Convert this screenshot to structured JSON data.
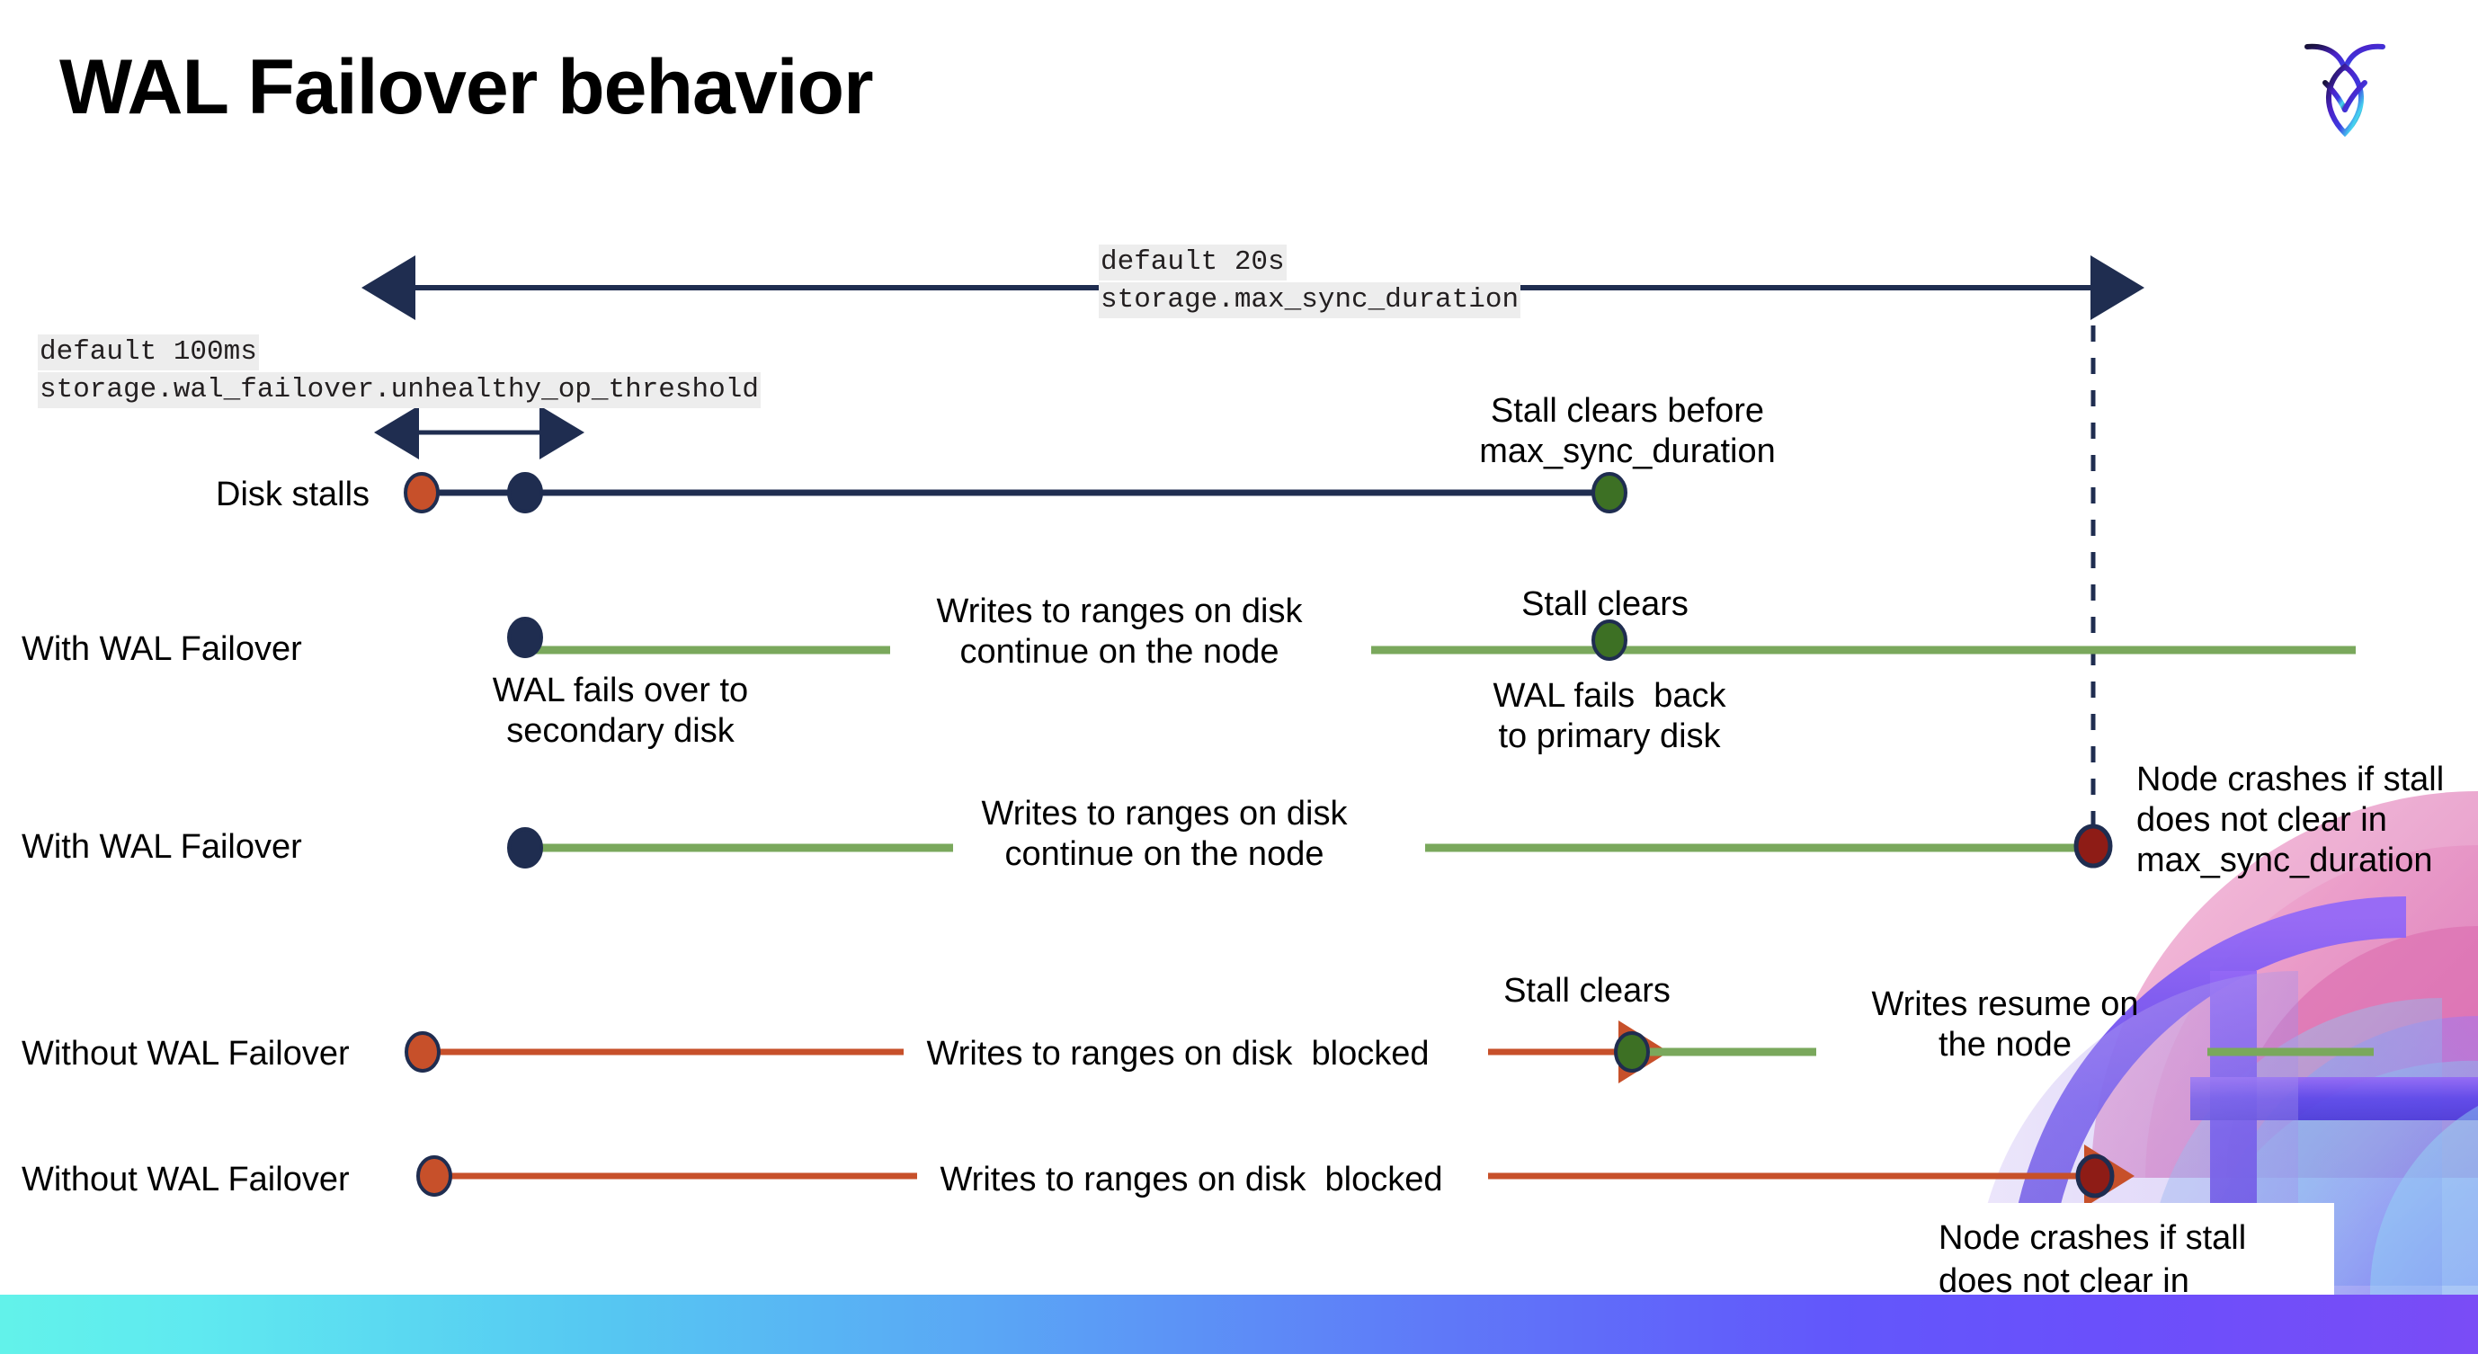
{
  "slide": {
    "title": "WAL Failover behavior",
    "logo_name": "cockroachdb-logo"
  },
  "annotations": {
    "max_sync": {
      "line1": "default 20s",
      "line2": "storage.max_sync_duration"
    },
    "unhealthy_threshold": {
      "line1": "default 100ms",
      "line2": "storage.wal_failover.unhealthy_op_threshold"
    }
  },
  "rows": [
    {
      "id": "disk-stalls",
      "label": "Disk stalls",
      "note_above": "Stall clears before\nmax_sync_duration"
    },
    {
      "id": "with-wal-failover-1",
      "label": "With WAL Failover",
      "note_below_start": "WAL fails over to\nsecondary disk",
      "note_mid": "Writes to ranges on disk\ncontinue on the node",
      "note_above_clear": "Stall clears",
      "note_below_clear": "WAL fails  back\nto primary disk"
    },
    {
      "id": "with-wal-failover-2",
      "label": "With WAL Failover",
      "note_mid": "Writes to ranges on disk\ncontinue on the node",
      "crash_note": "Node crashes if stall\ndoes not clear in\nmax_sync_duration"
    },
    {
      "id": "without-wal-failover-1",
      "label": "Without WAL Failover",
      "note_mid": "Writes to ranges on disk  blocked",
      "note_above_clear": "Stall clears",
      "note_resume": "Writes resume on\nthe node"
    },
    {
      "id": "without-wal-failover-2",
      "label": "Without WAL Failover",
      "note_mid": "Writes to ranges on disk  blocked",
      "crash_note": "Node crashes if stall\ndoes not clear in\nmax_sync_duration"
    }
  ],
  "colors": {
    "navy": "#1f2d50",
    "green_line": "#7aa85c",
    "green_dot": "#3d7024",
    "orange": "#c7502a",
    "dark_red": "#8e1c16",
    "chip_bg": "#ededed",
    "bottom_bar_start": "#62f2ea",
    "bottom_bar_end": "#7a4cf6"
  }
}
